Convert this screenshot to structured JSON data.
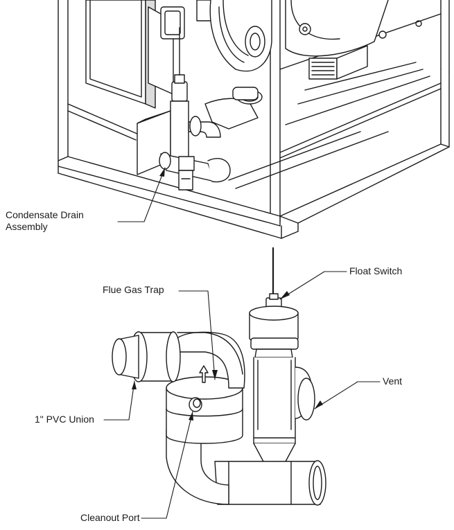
{
  "figure": {
    "labels": {
      "condensate_drain_line1": "Condensate Drain",
      "condensate_drain_line2": "Assembly",
      "float_switch": "Float Switch",
      "flue_gas_trap": "Flue Gas Trap",
      "vent": "Vent",
      "pvc_union": "1\" PVC Union",
      "cleanout_port": "Cleanout Port"
    },
    "colors": {
      "line": "#1a1a1a",
      "fill": "#ffffff",
      "shade": "#dcdcdc"
    }
  }
}
